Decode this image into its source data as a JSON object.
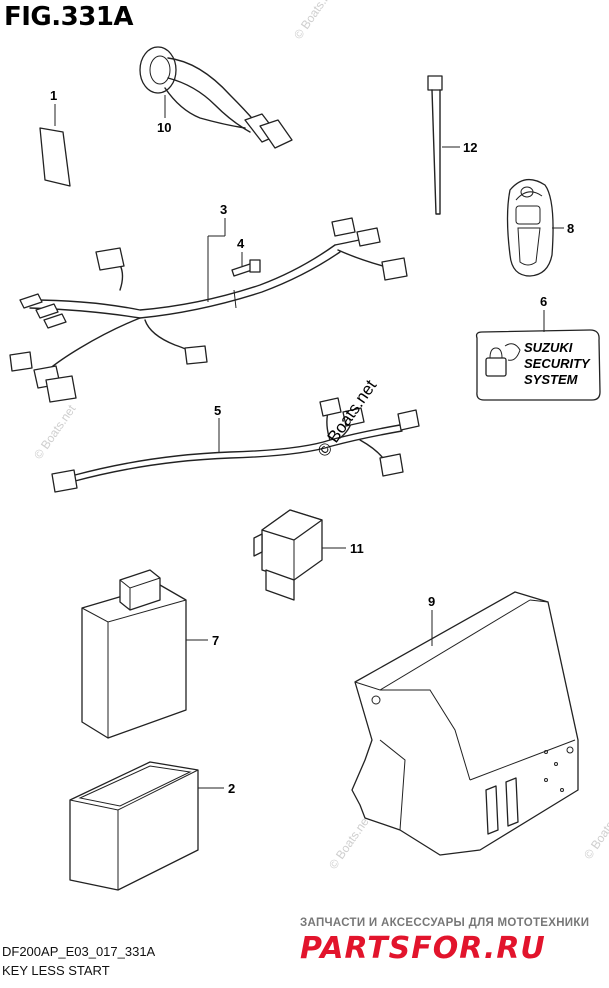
{
  "figure": {
    "title": "FIG.331A",
    "code": "DF200AP_E03_017_331A",
    "name": "KEY LESS START"
  },
  "parts": [
    {
      "ref": "1"
    },
    {
      "ref": "2"
    },
    {
      "ref": "3"
    },
    {
      "ref": "4"
    },
    {
      "ref": "5"
    },
    {
      "ref": "6"
    },
    {
      "ref": "7"
    },
    {
      "ref": "8"
    },
    {
      "ref": "9"
    },
    {
      "ref": "10"
    },
    {
      "ref": "11"
    },
    {
      "ref": "12"
    }
  ],
  "security_label": {
    "line1": "SUZUKI",
    "line2": "SECURITY",
    "line3": "SYSTEM"
  },
  "watermarks": {
    "center": "© Boats.net",
    "faint": "© Boats.net"
  },
  "ad": {
    "tagline": "ЗАПЧАСТИ И АКСЕССУАРЫ ДЛЯ МОТОТЕХНИКИ",
    "brand": "PARTSFOR.RU"
  }
}
